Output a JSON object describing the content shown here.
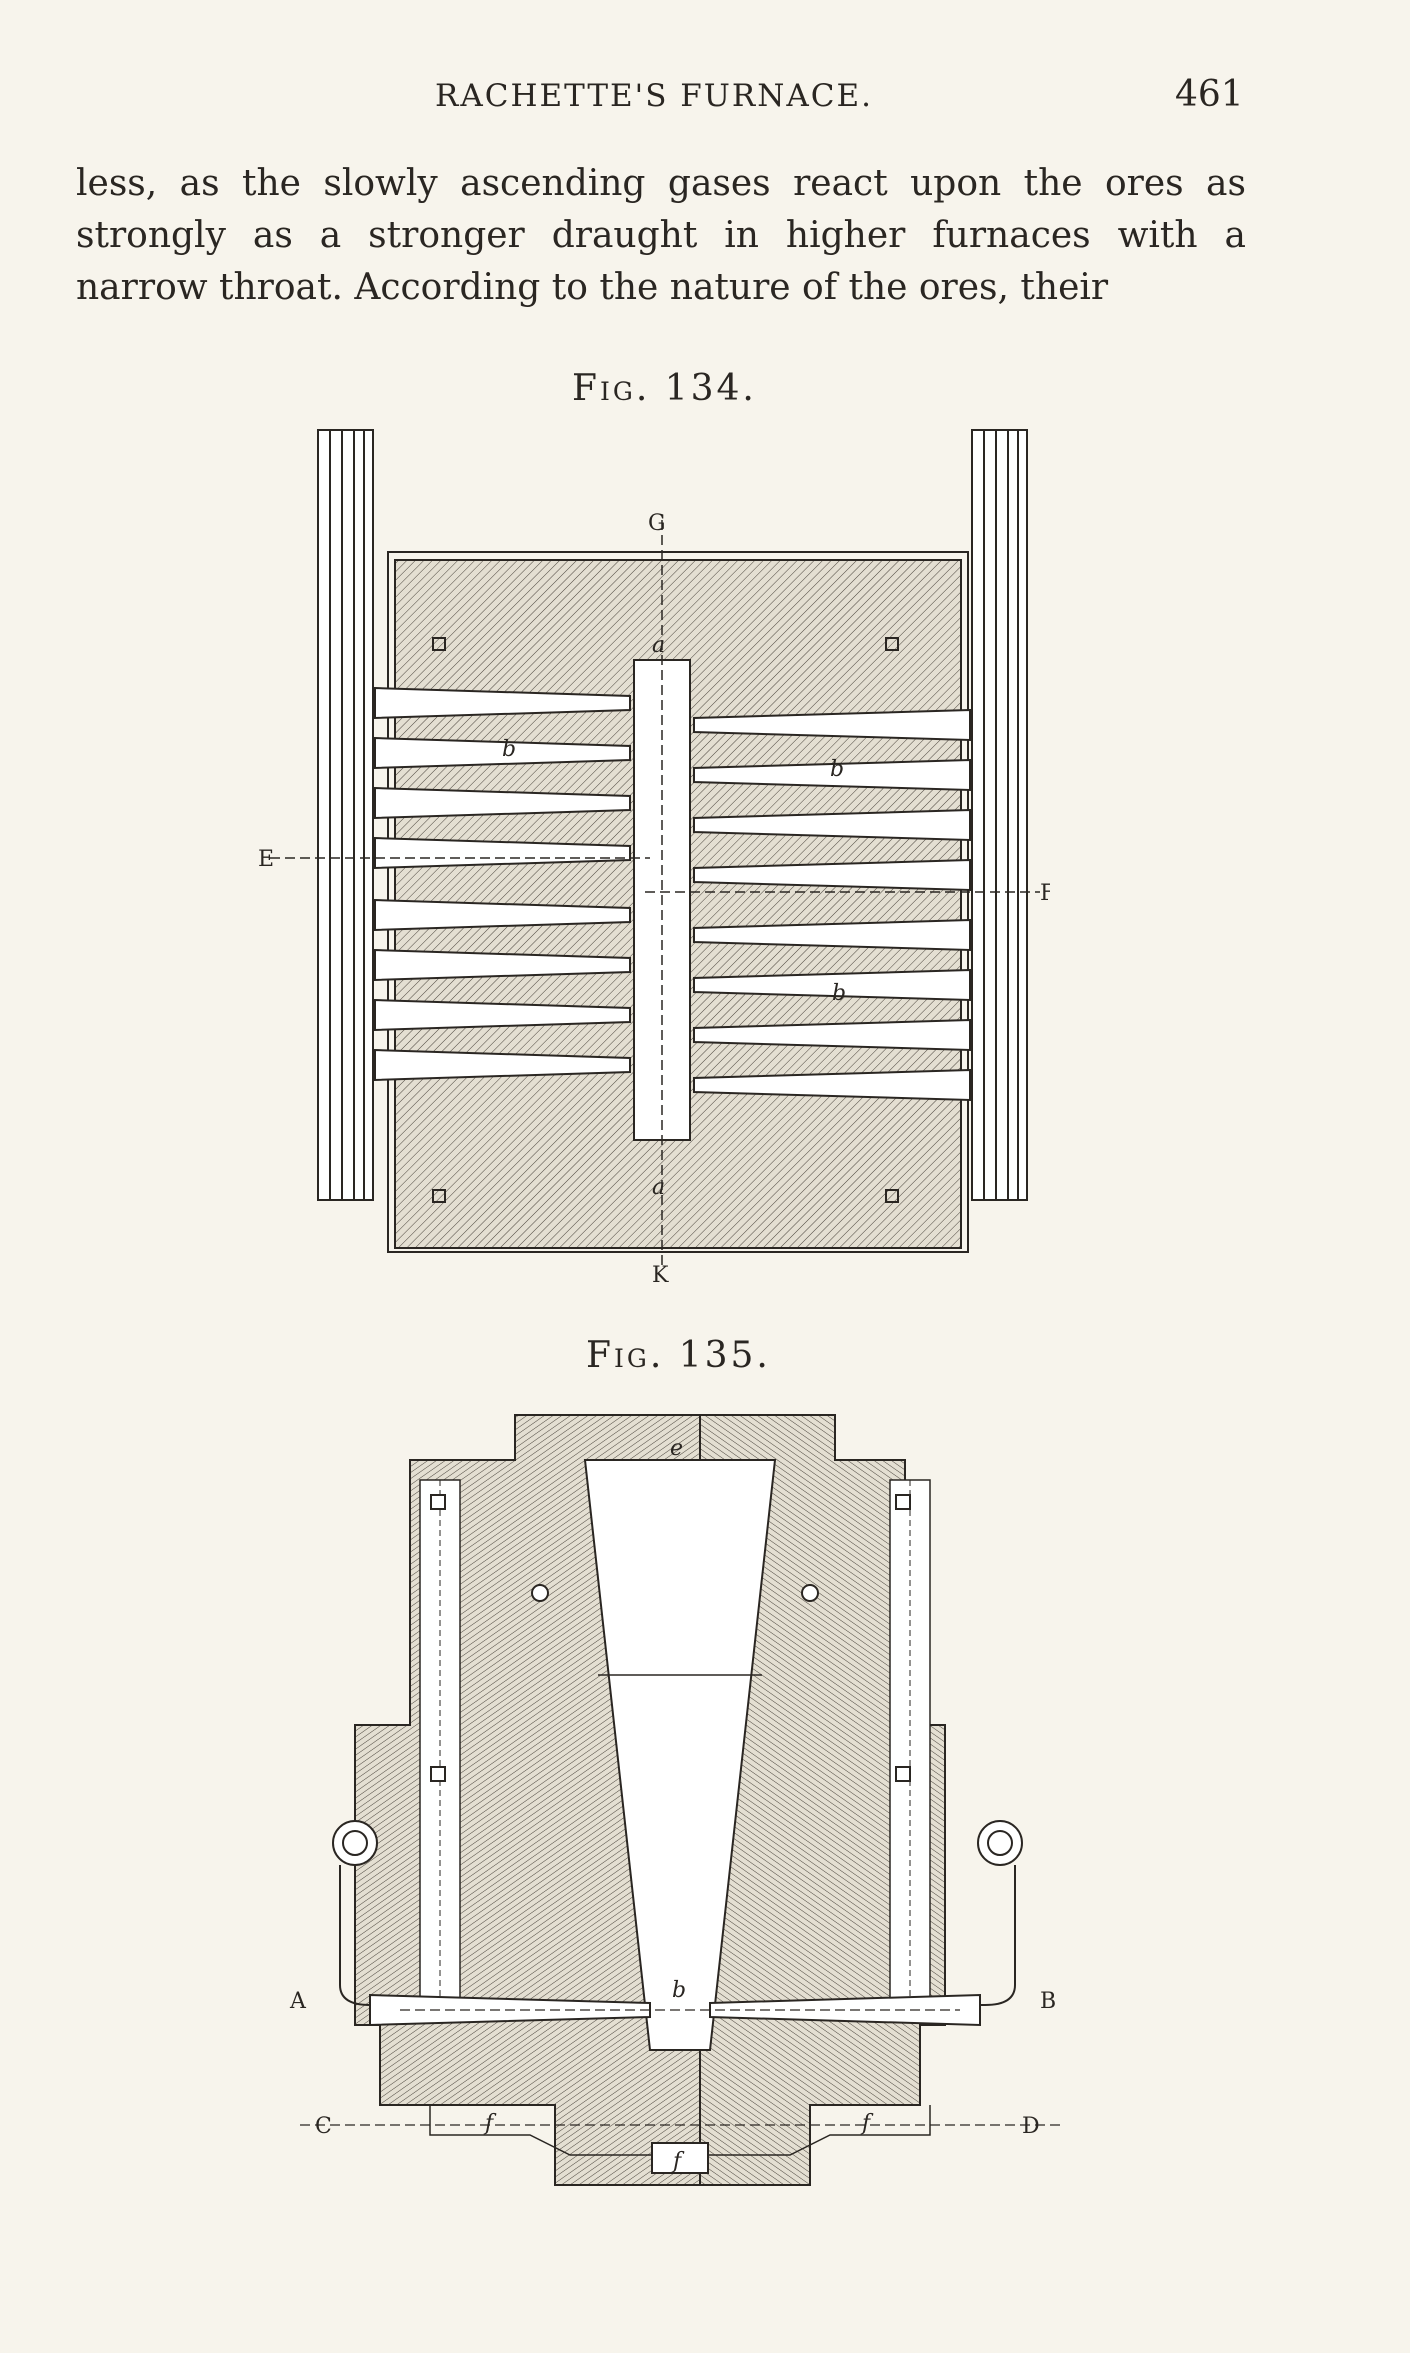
{
  "header": {
    "running_head": "RACHETTE'S FURNACE.",
    "page_number": "461"
  },
  "body_text": {
    "paragraph": "less, as the slowly ascending gases react upon the ores as strongly as a stronger draught in higher furnaces with a narrow throat. According to the nature of the ores, their"
  },
  "figures": [
    {
      "caption": "Fig. 134.",
      "labels": {
        "top": "G",
        "bottom": "K",
        "left": "E",
        "right": "F",
        "a_top": "a",
        "a_bottom": "a",
        "b1": "b",
        "b2": "b",
        "b3": "b"
      }
    },
    {
      "caption": "Fig. 135.",
      "labels": {
        "e": "e",
        "b": "b",
        "f_left": "f",
        "f_center": "f",
        "f_right": "f",
        "A": "A",
        "B": "B",
        "C": "C",
        "D": "D"
      }
    }
  ],
  "colors": {
    "ink": "#2a2622",
    "paper": "#f7f4ec",
    "hatch_fill": "#dcd6c8"
  }
}
